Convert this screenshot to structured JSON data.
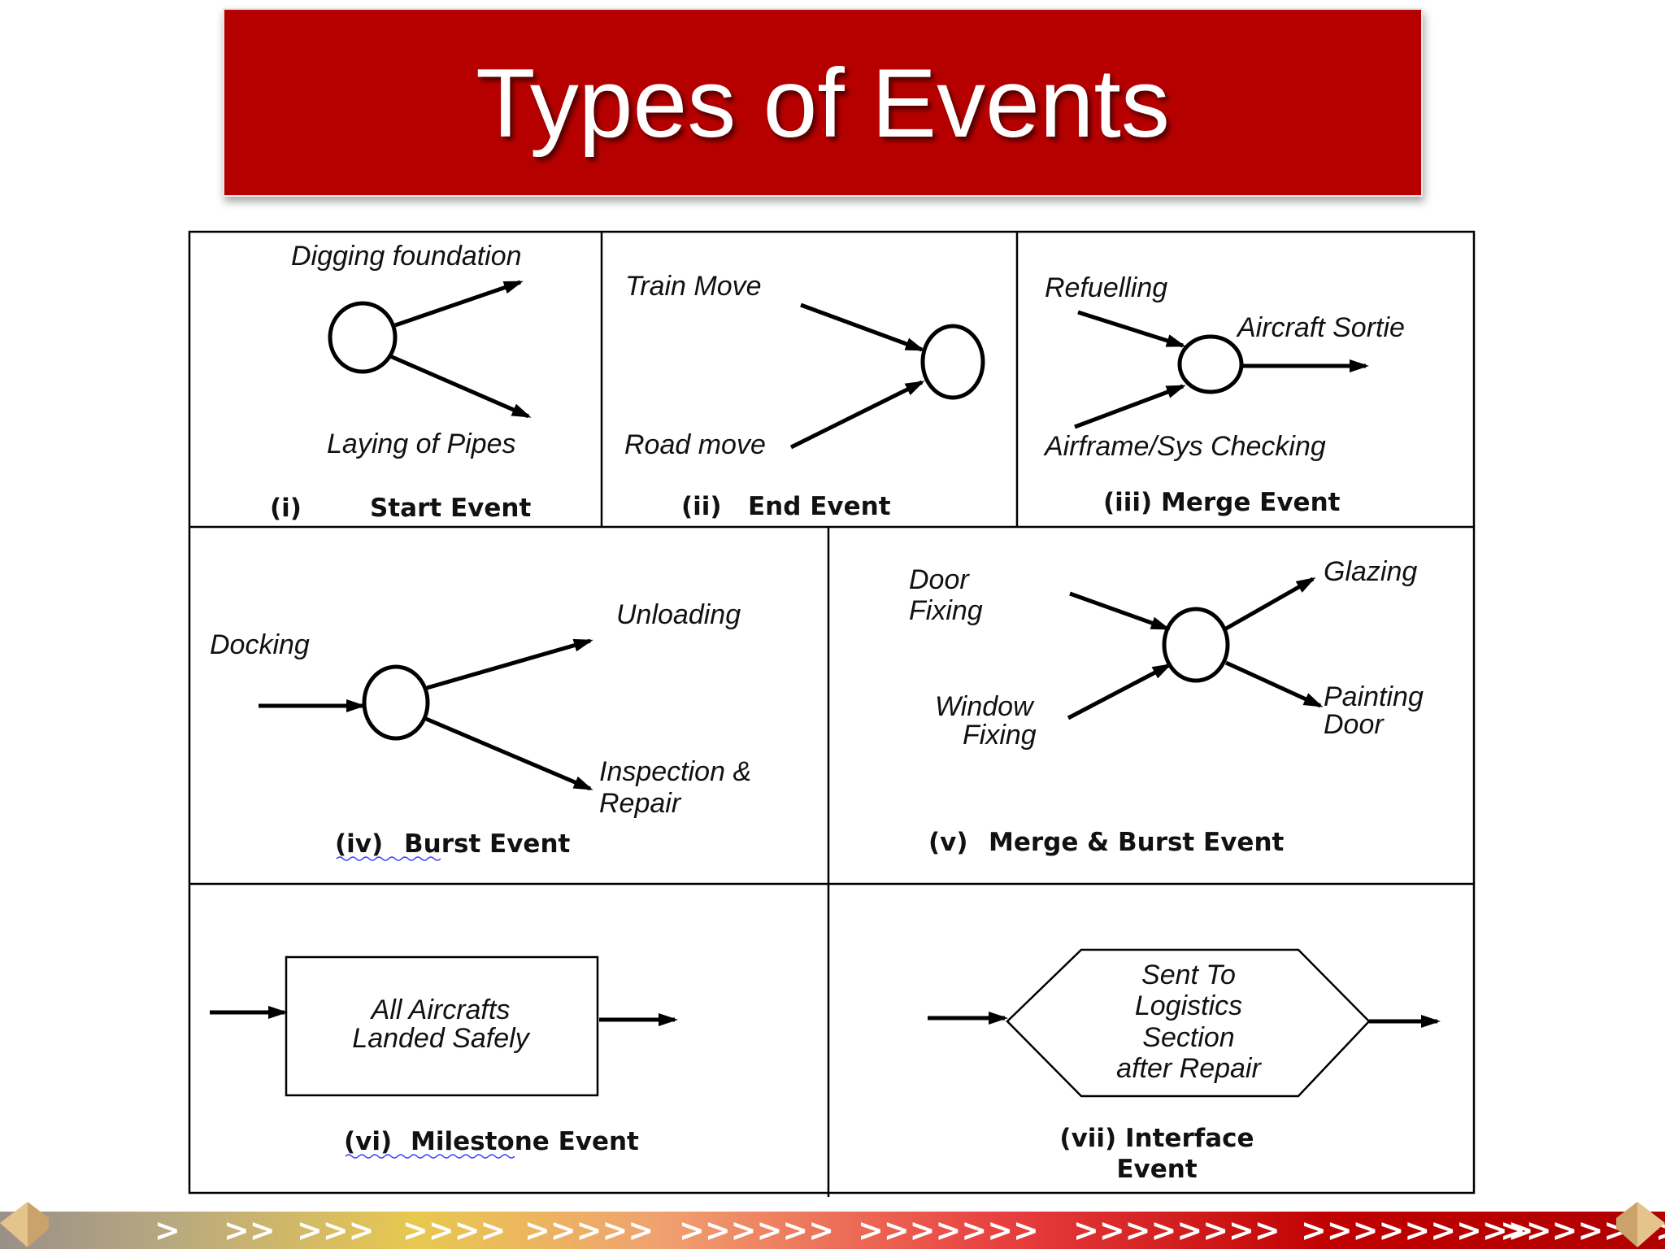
{
  "title": "Types of Events",
  "panels": {
    "start": {
      "caption_num": "(i)",
      "caption_name": "Start Event",
      "label_top": "Digging foundation",
      "label_bottom": "Laying of Pipes"
    },
    "end": {
      "caption_num": "(ii)",
      "caption_name": "End Event",
      "label_top": "Train Move",
      "label_bottom": "Road move"
    },
    "merge": {
      "caption": "(iii) Merge Event",
      "label_top": "Refuelling",
      "label_right": "Aircraft Sortie",
      "label_bottom": "Airframe/Sys Checking"
    },
    "burst": {
      "caption_num": "(iv)",
      "caption_name": "Burst Event",
      "label_left": "Docking",
      "label_top": "Unloading",
      "label_bottom_1": "Inspection &",
      "label_bottom_2": "Repair"
    },
    "merge_burst": {
      "caption_num": "(v)",
      "caption_name": "Merge & Burst Event",
      "label_tl_1": "Door",
      "label_tl_2": "Fixing",
      "label_bl_1": "Window",
      "label_bl_2": "Fixing",
      "label_tr": "Glazing",
      "label_br_1": "Painting",
      "label_br_2": "Door"
    },
    "milestone": {
      "caption_num": "(vi)",
      "caption_name": "Milestone Event",
      "box_line_1": "All Aircrafts",
      "box_line_2": "Landed Safely"
    },
    "interface": {
      "caption_line_1": "(vii) Interface",
      "caption_line_2": "Event",
      "hex_line_1": "Sent To",
      "hex_line_2": "Logistics",
      "hex_line_3": "Section",
      "hex_line_4": "after Repair"
    }
  },
  "footer": {
    "chevrons": [
      ">",
      ">>",
      ">>>",
      ">>>>",
      ">>>>>",
      ">>>>>>",
      ">>>>>>>",
      ">>>>>>>>",
      ">>>>>>>>>",
      ">>>>>>>>>>"
    ]
  },
  "colors": {
    "title_bg": "#b60000",
    "title_text": "#ffffff"
  }
}
